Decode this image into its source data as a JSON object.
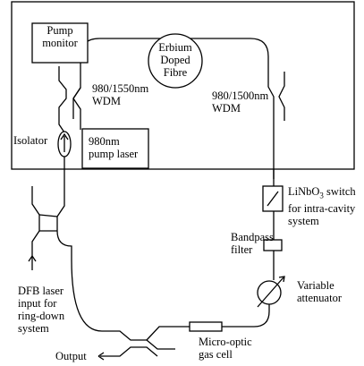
{
  "labels": {
    "pump_monitor": [
      "Pump",
      "monitor"
    ],
    "wdm_left": [
      "980/1550nm",
      "WDM"
    ],
    "erbium_fibre": [
      "Erbium",
      "Doped",
      "Fibre"
    ],
    "wdm_right": [
      "980/1500nm",
      "WDM"
    ],
    "isolator": "Isolator",
    "pump_laser": [
      "980nm",
      "pump laser"
    ],
    "linbo3_switch": {
      "line1_pre": "LiNbO",
      "line1_sub": "3",
      "line1_post": " switch",
      "line2": "for intra-cavity",
      "line3": "system"
    },
    "bandpass_filter": [
      "Bandpass",
      "filter"
    ],
    "variable_attenuator": [
      "Variable",
      "attenuator"
    ],
    "dfb_laser": [
      "DFB laser",
      "input for",
      "ring-down",
      "system"
    ],
    "gas_cell": [
      "Micro-optic",
      "gas cell"
    ],
    "output": "Output"
  }
}
